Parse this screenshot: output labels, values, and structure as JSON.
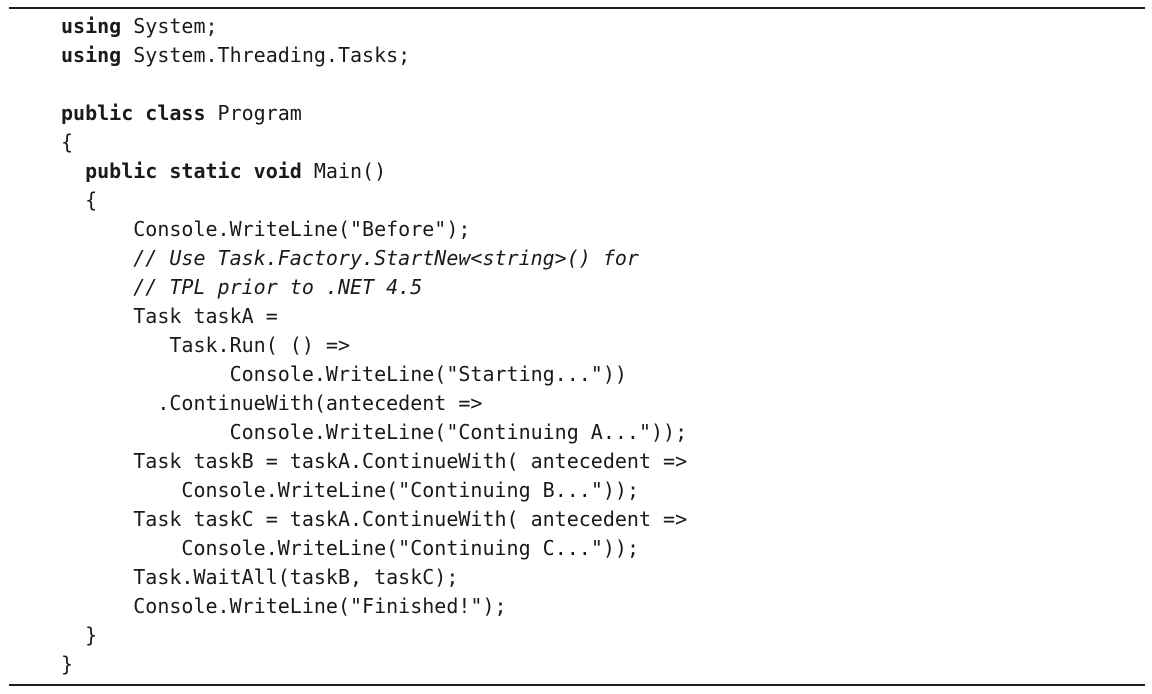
{
  "page": {
    "background_color": "#ffffff",
    "rule_color": "#1f1f1f",
    "text_color": "#1a1a1a"
  },
  "code": {
    "language": "csharp",
    "lines": [
      {
        "indent": 0,
        "segments": [
          {
            "t": "using",
            "s": "b"
          },
          {
            "t": " System;",
            "s": "n"
          }
        ]
      },
      {
        "indent": 0,
        "segments": [
          {
            "t": "using",
            "s": "b"
          },
          {
            "t": " System.Threading.Tasks;",
            "s": "n"
          }
        ]
      },
      {
        "indent": 0,
        "segments": []
      },
      {
        "indent": 0,
        "segments": [
          {
            "t": "public class",
            "s": "b"
          },
          {
            "t": " Program",
            "s": "n"
          }
        ]
      },
      {
        "indent": 0,
        "segments": [
          {
            "t": "{",
            "s": "n"
          }
        ]
      },
      {
        "indent": 2,
        "segments": [
          {
            "t": "public static void",
            "s": "b"
          },
          {
            "t": " Main()",
            "s": "n"
          }
        ]
      },
      {
        "indent": 2,
        "segments": [
          {
            "t": "{",
            "s": "n"
          }
        ]
      },
      {
        "indent": 6,
        "segments": [
          {
            "t": "Console.WriteLine(\"Before\");",
            "s": "n"
          }
        ]
      },
      {
        "indent": 6,
        "segments": [
          {
            "t": "// Use Task.Factory.StartNew<string>() for",
            "s": "i"
          }
        ]
      },
      {
        "indent": 6,
        "segments": [
          {
            "t": "// TPL prior to .NET 4.5",
            "s": "i"
          }
        ]
      },
      {
        "indent": 6,
        "segments": [
          {
            "t": "Task taskA =",
            "s": "n"
          }
        ]
      },
      {
        "indent": 9,
        "segments": [
          {
            "t": "Task.Run( () =>",
            "s": "n"
          }
        ]
      },
      {
        "indent": 14,
        "segments": [
          {
            "t": "Console.WriteLine(\"Starting...\"))",
            "s": "n"
          }
        ]
      },
      {
        "indent": 8,
        "segments": [
          {
            "t": ".ContinueWith(antecedent =>",
            "s": "n"
          }
        ]
      },
      {
        "indent": 14,
        "segments": [
          {
            "t": "Console.WriteLine(\"Continuing A...\"));",
            "s": "n"
          }
        ]
      },
      {
        "indent": 6,
        "segments": [
          {
            "t": "Task taskB = taskA.ContinueWith( antecedent =>",
            "s": "n"
          }
        ]
      },
      {
        "indent": 10,
        "segments": [
          {
            "t": "Console.WriteLine(\"Continuing B...\"));",
            "s": "n"
          }
        ]
      },
      {
        "indent": 6,
        "segments": [
          {
            "t": "Task taskC = taskA.ContinueWith( antecedent =>",
            "s": "n"
          }
        ]
      },
      {
        "indent": 10,
        "segments": [
          {
            "t": "Console.WriteLine(\"Continuing C...\"));",
            "s": "n"
          }
        ]
      },
      {
        "indent": 6,
        "segments": [
          {
            "t": "Task.WaitAll(taskB, taskC);",
            "s": "n"
          }
        ]
      },
      {
        "indent": 6,
        "segments": [
          {
            "t": "Console.WriteLine(\"Finished!\");",
            "s": "n"
          }
        ]
      },
      {
        "indent": 2,
        "segments": [
          {
            "t": "}",
            "s": "n"
          }
        ]
      },
      {
        "indent": 0,
        "segments": [
          {
            "t": "}",
            "s": "n"
          }
        ]
      }
    ]
  }
}
